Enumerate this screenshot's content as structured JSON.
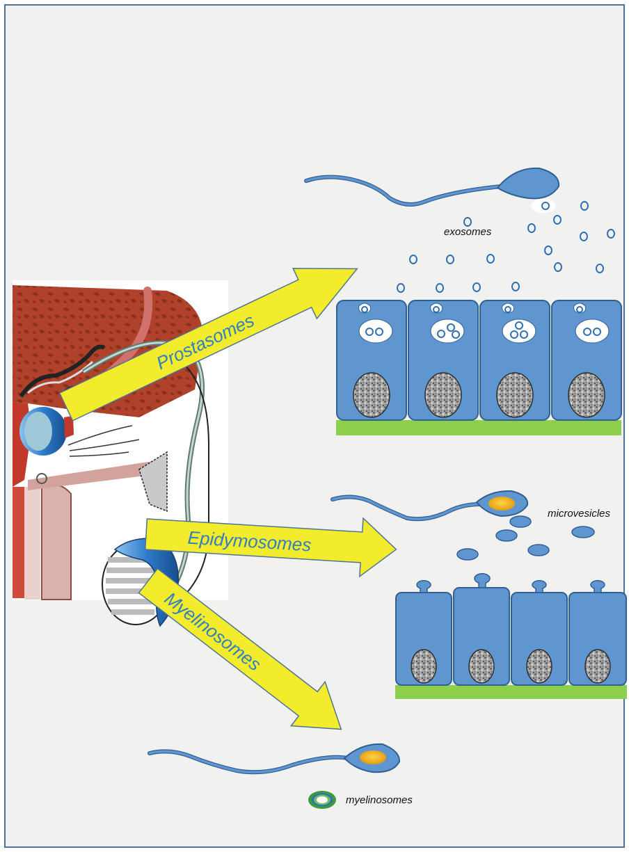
{
  "labels": {
    "exosomes": "exosomes",
    "microvesicles": "microvesicles",
    "myelinosomes": "myelinosomes"
  },
  "arrows": {
    "prostasomes": "Prostasomes",
    "epidymosomes": "Epidymosomes",
    "myelinosomes": "Myelinosomes"
  },
  "colors": {
    "background": "#f1f1f0",
    "frame": "#4f7398",
    "cell_blue": "#5f96cf",
    "cell_stroke": "#2f5f93",
    "membrane_green": "#8ccf4d",
    "arrow_fill": "#f2ec2c",
    "arrow_text": "#2f7fc1",
    "liver_red": "#b0412b",
    "gland_blue": "#2f7ccc",
    "sperm_head_yellow": "#f3b81a",
    "myelinosome_green": "#3f9a3f"
  }
}
